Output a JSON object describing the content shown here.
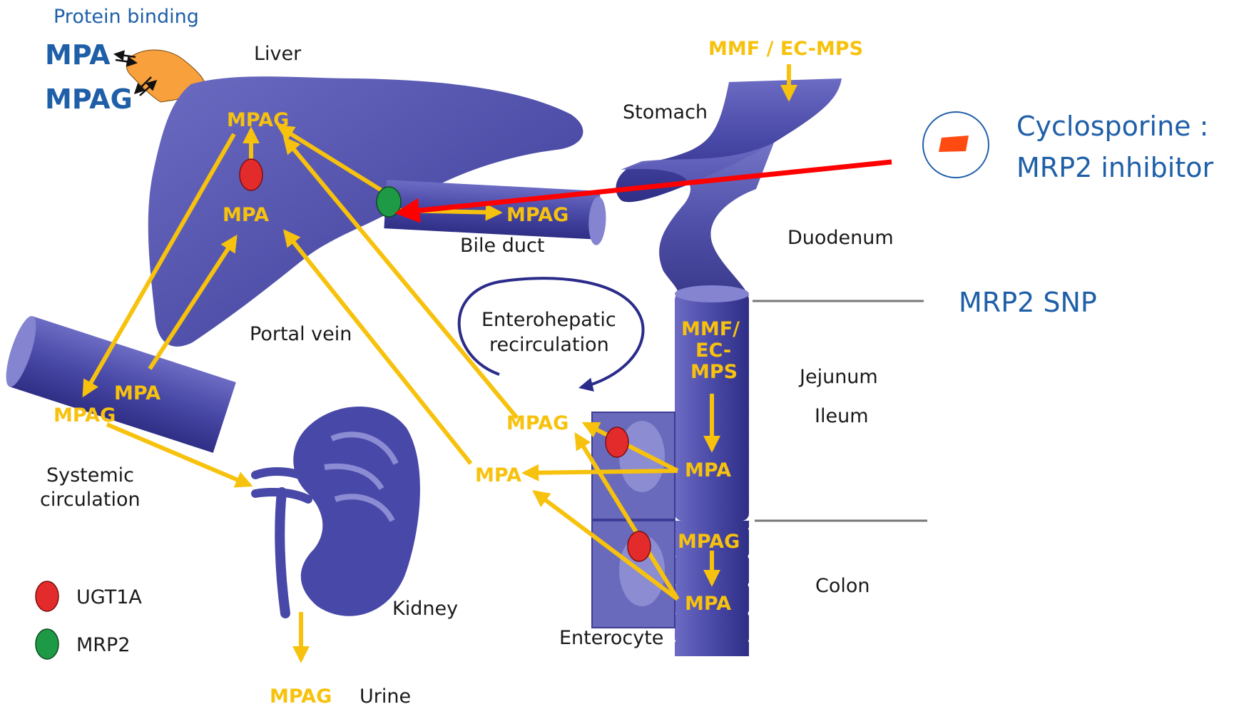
{
  "protein_binding": {
    "title": "Protein binding",
    "mpa": "MPA",
    "mpag": "MPAG"
  },
  "organs": {
    "liver": "Liver",
    "stomach": "Stomach",
    "bile_duct": "Bile duct",
    "duodenum": "Duodenum",
    "portal_vein": "Portal vein",
    "systemic_line1": "Systemic",
    "systemic_line2": "circulation",
    "kidney": "Kidney",
    "jejunum": "Jejunum",
    "ileum": "Ileum",
    "colon": "Colon",
    "enterocyte": "Enterocyte",
    "urine": "Urine",
    "enterohepatic_line1": "Enterohepatic",
    "enterohepatic_line2": "recirculation"
  },
  "drug_labels": {
    "mmf_ec_mps": "MMF / EC-MPS",
    "liver_mpag": "MPAG",
    "liver_mpa": "MPA",
    "bile_mpag": "MPAG",
    "systemic_mpa": "MPA",
    "systemic_mpag": "MPAG",
    "entero_mpag": "MPAG",
    "entero_mpa": "MPA",
    "jejunum_line1": "MMF/",
    "jejunum_line2": "EC-",
    "jejunum_line3": "MPS",
    "jejunum_mpa": "MPA",
    "colon_mpag": "MPAG",
    "colon_mpa": "MPA",
    "urine_mpag": "MPAG"
  },
  "legend": {
    "ugt1a": "UGT1A",
    "mrp2": "MRP2"
  },
  "annotations": {
    "cyclosporine_line1": "Cyclosporine :",
    "cyclosporine_line2": "MRP2 inhibitor",
    "mrp2_snp": "MRP2 SNP"
  },
  "colors": {
    "organ": "#4a4aa8",
    "flow_arrow": "#f7c20d",
    "ugt1a": "#e32b2b",
    "mrp2": "#1e9a47",
    "inhibitor_arrow": "#ff0000",
    "annotation_text": "#1f5fa8",
    "protein": "#f7a03c"
  }
}
